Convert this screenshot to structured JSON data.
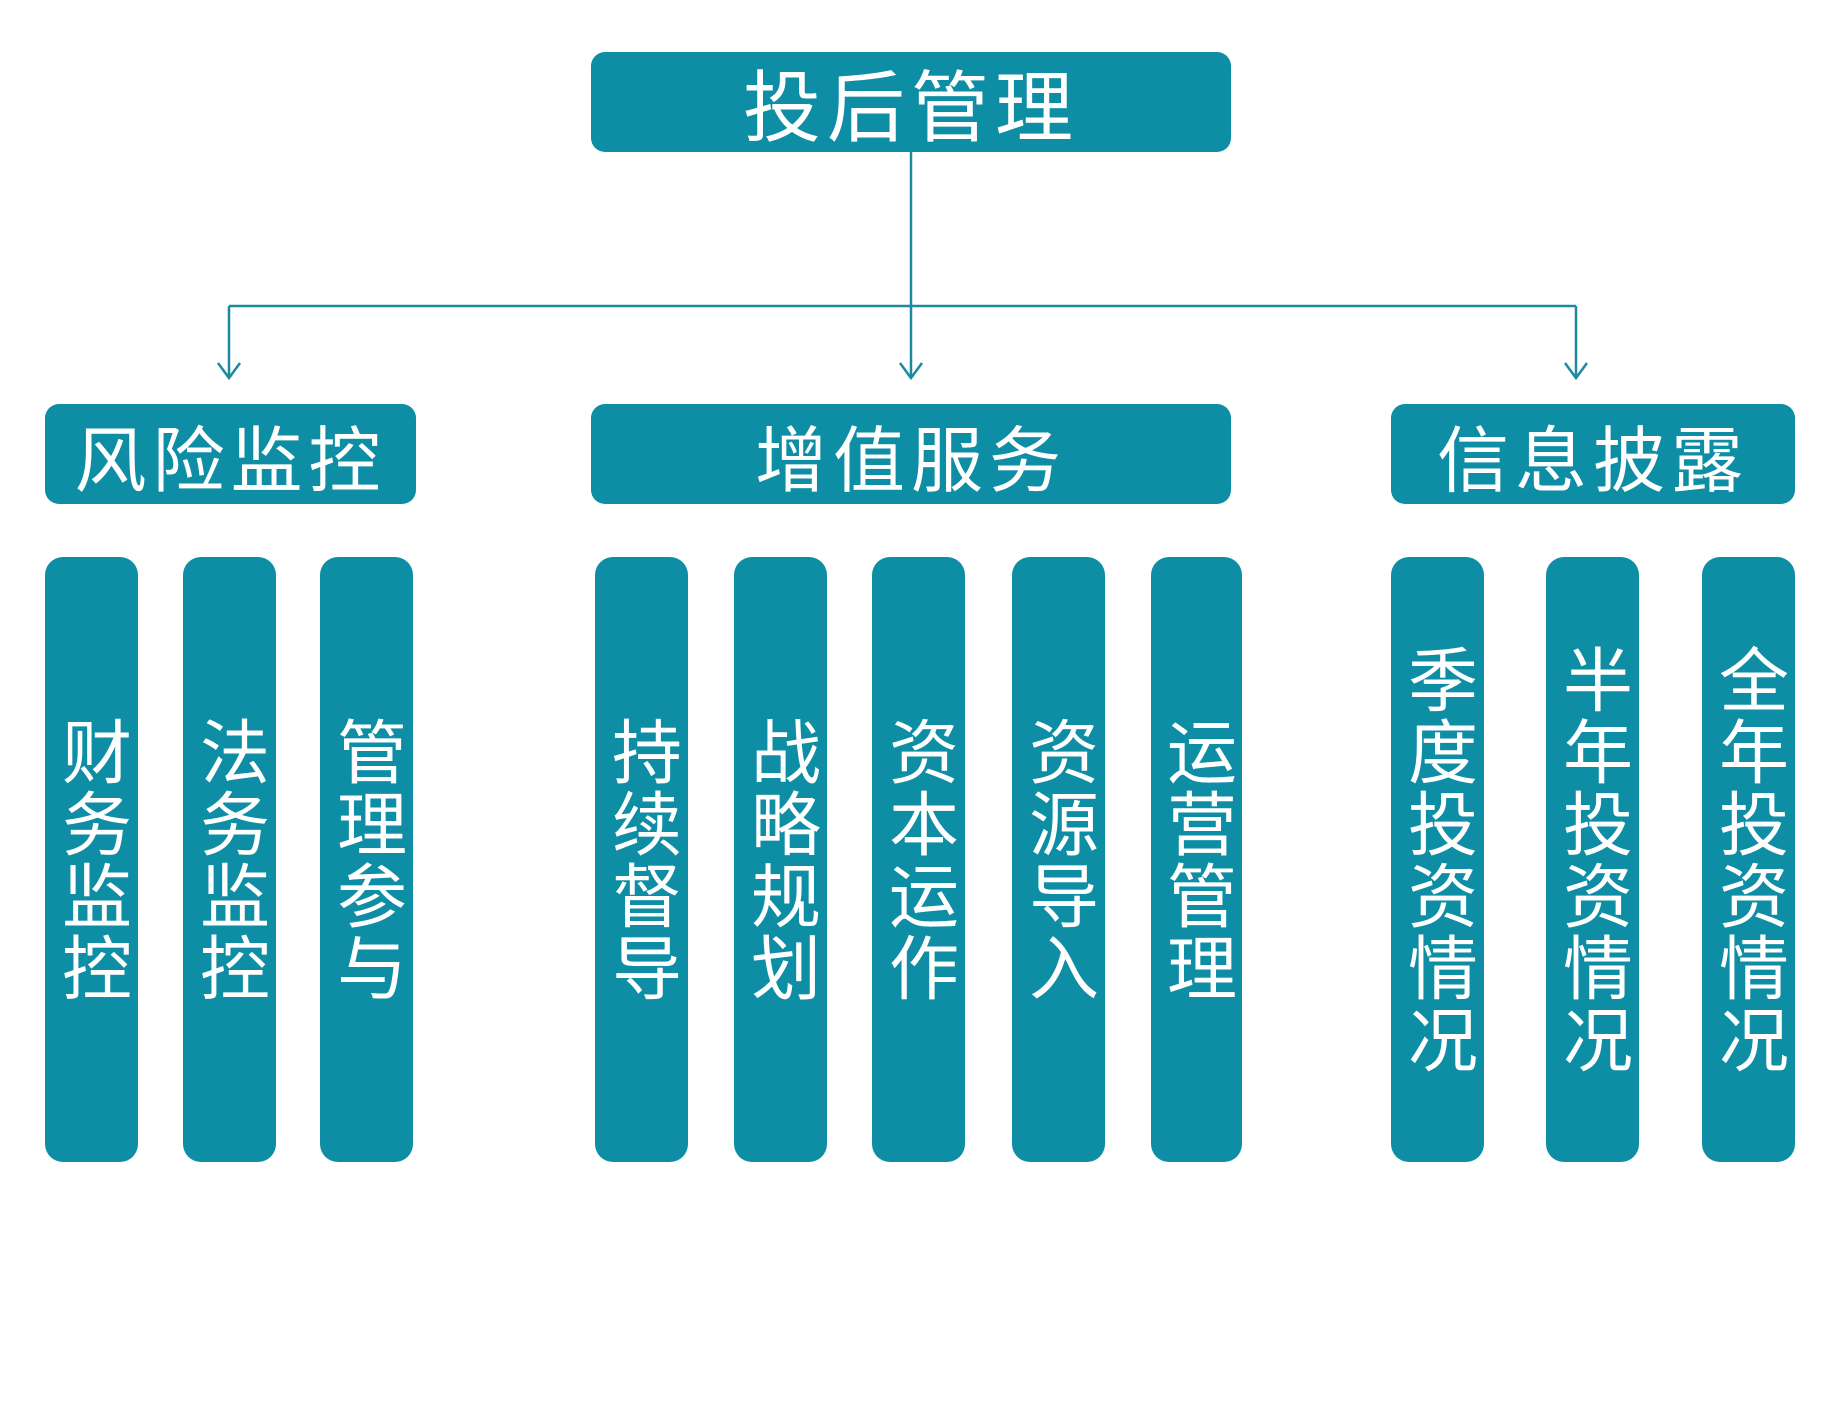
{
  "colors": {
    "box_fill": "#0d8ea5",
    "box_text": "#ffffff",
    "connector": "#1a8aa0"
  },
  "root": {
    "label": "投后管理"
  },
  "categories": [
    {
      "label": "风险监控",
      "items": [
        "财务监控",
        "法务监控",
        "管理参与"
      ]
    },
    {
      "label": "增值服务",
      "items": [
        "持续督导",
        "战略规划",
        "资本运作",
        "资源导入",
        "运营管理"
      ]
    },
    {
      "label": "信息披露",
      "items": [
        "季度投资情况",
        "半年投资情况",
        "全年投资情况"
      ]
    }
  ]
}
